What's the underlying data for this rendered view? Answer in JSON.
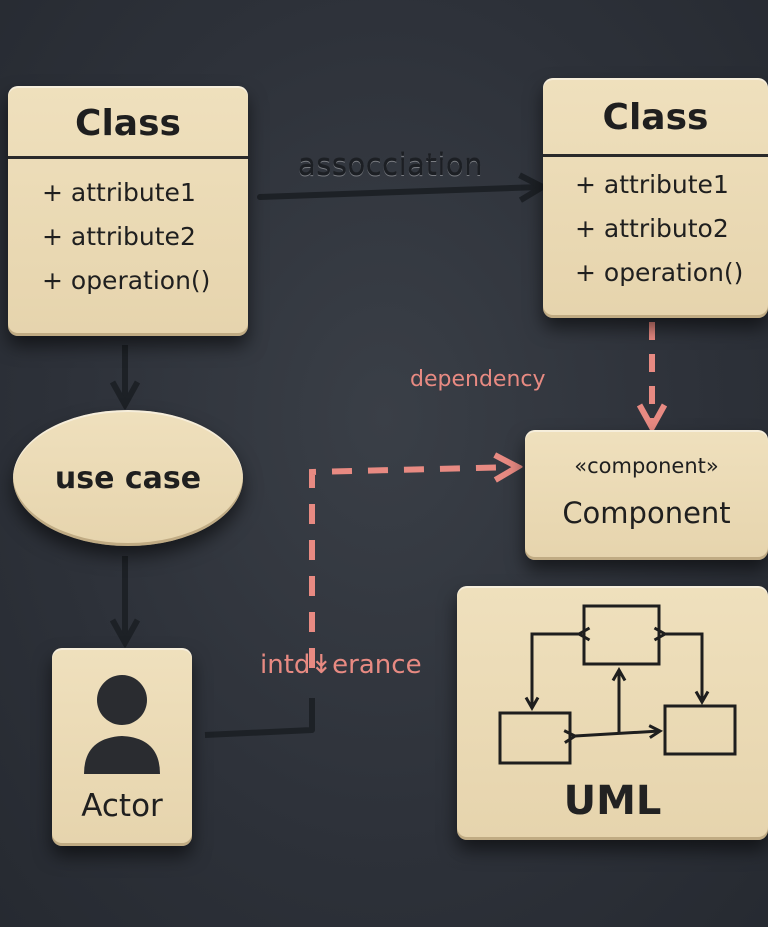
{
  "classes": [
    {
      "title": "Class",
      "attributes": [
        "+ attribute1",
        "+ attribute2",
        "+ operation()"
      ]
    },
    {
      "title": "Class",
      "attributes": [
        "+ attributе1",
        "+ attributo2",
        "+ operation()"
      ]
    }
  ],
  "use_case": {
    "label": "use case"
  },
  "actor": {
    "label": "Actor"
  },
  "component": {
    "stereotype": "«component»",
    "name": "Component"
  },
  "uml_card": {
    "label": "UML"
  },
  "connector_labels": {
    "association": "assocciation",
    "dependency": "dependency",
    "interface": "intd↡erance"
  },
  "colors": {
    "background": "#2d3139",
    "card": "#e9d8b2",
    "solid_line": "#1d2126",
    "dashed_line": "#e88a82"
  }
}
